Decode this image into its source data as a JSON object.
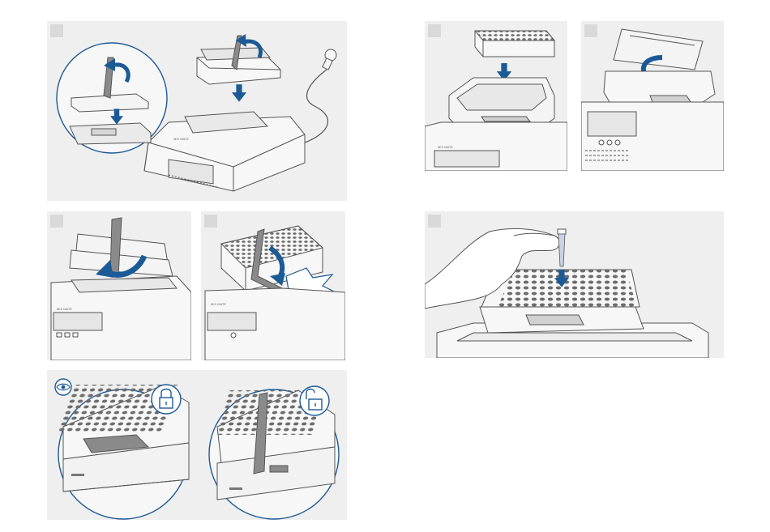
{
  "device": {
    "brand_label": "MIX MATE"
  },
  "panels": [
    {
      "id": "place-thermoblock",
      "step_marker": ""
    },
    {
      "id": "insert-block",
      "step_marker": ""
    },
    {
      "id": "close-lid",
      "step_marker": ""
    },
    {
      "id": "lower-lever",
      "step_marker": ""
    },
    {
      "id": "lever-snap",
      "step_marker": ""
    },
    {
      "id": "insert-tube",
      "step_marker": ""
    },
    {
      "id": "check-lock",
      "step_marker": ""
    }
  ],
  "icons": [
    "eye-icon",
    "lock-closed-icon",
    "lock-open-icon",
    "arrow-down-icon",
    "rotate-arrow-icon",
    "snap-burst-icon"
  ],
  "colors": {
    "panel_bg": "#efefef",
    "step_box": "#d9d9d9",
    "accent_blue": "#1c5a96",
    "line": "#555555",
    "device_fill": "#f7f7f7"
  }
}
